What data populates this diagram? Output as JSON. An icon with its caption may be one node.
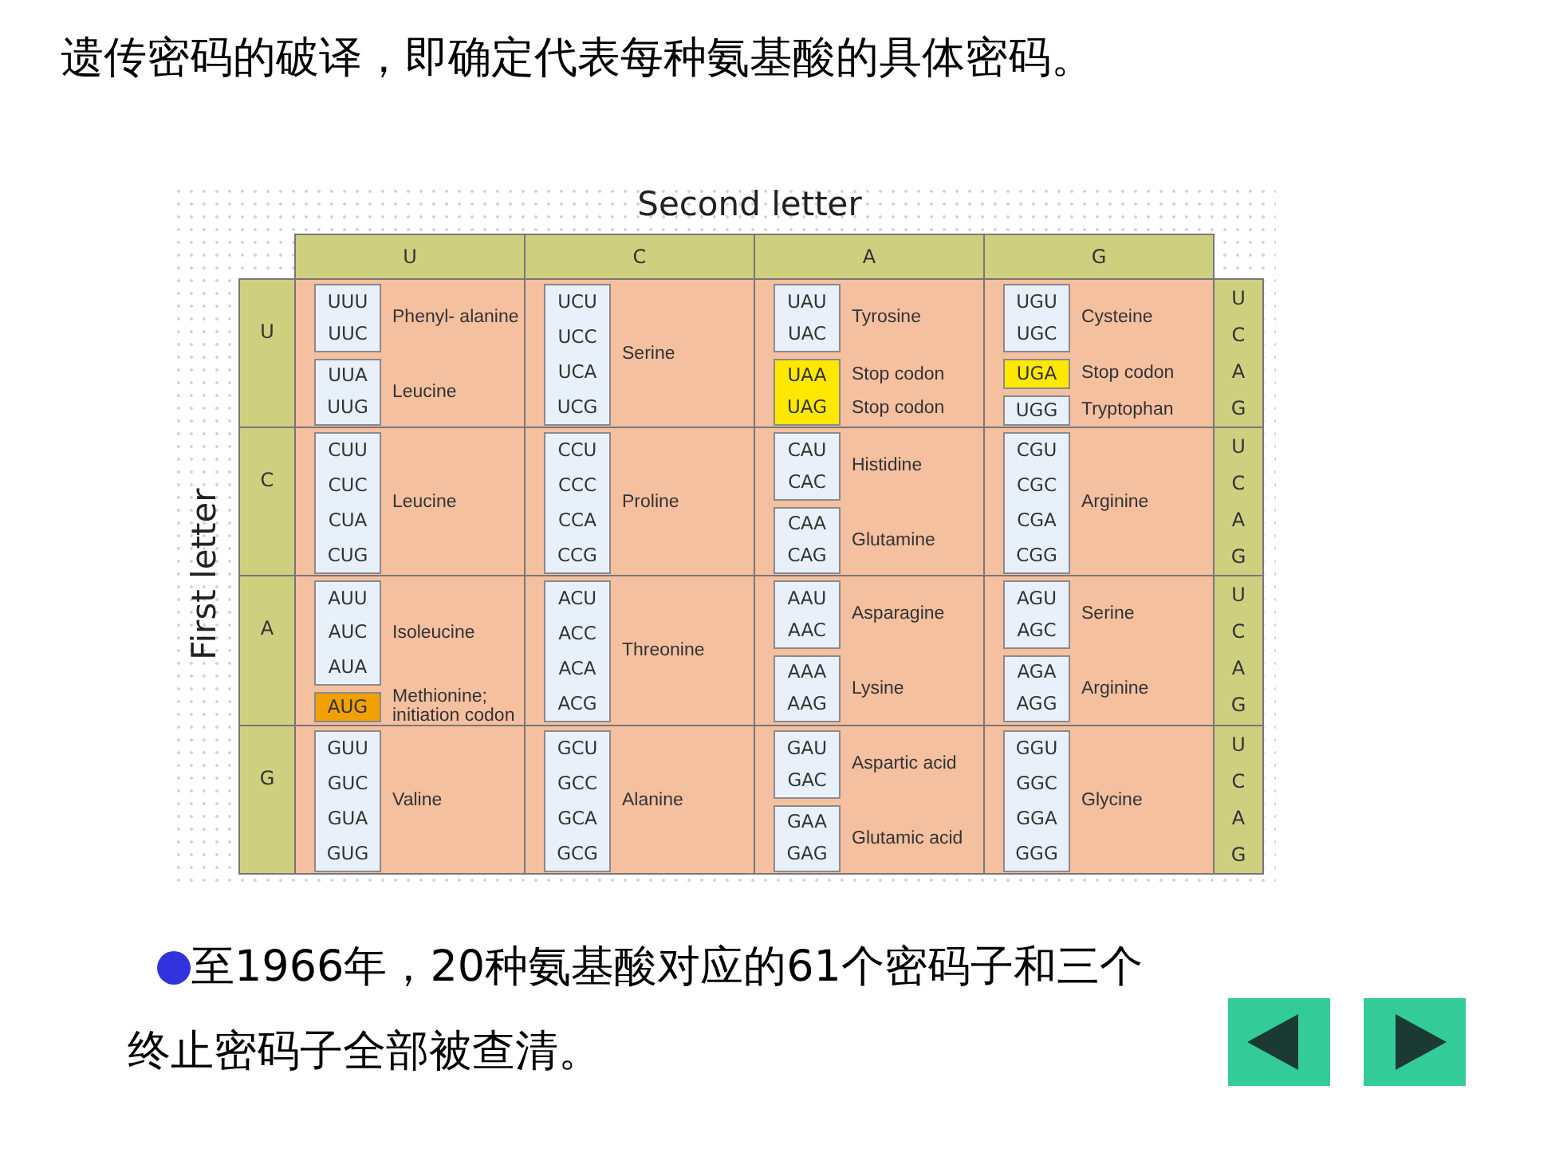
{
  "diagram": {
    "title": "遗传密码的破译，即确定代表每种氨基酸的具体密码。",
    "caption": "至1966年，20种氨基酸对应的61个密码子和三个终止密码子全部被查清。",
    "nodes": [
      {
        "text": [
          "UUU",
          "UUC"
        ],
        "beside": [
          "Phenyl- alanine"
        ]
      },
      {
        "text": [
          "UCU",
          "UCC",
          "UCA",
          "UCG"
        ],
        "beside": [
          "Serine"
        ]
      },
      {
        "text": [
          "UAU",
          "UAC"
        ],
        "beside": [
          "Tyrosine"
        ]
      },
      {
        "text": [
          "UGU",
          "UGC"
        ],
        "beside": [
          "Cysteine"
        ]
      },
      {
        "text": [
          "UUA",
          "UUG"
        ],
        "beside": [
          "Leucine"
        ]
      },
      {
        "text": [
          "UAA",
          "UAG"
        ],
        "beside": [
          "Stop codon",
          "Stop codon"
        ]
      },
      {
        "text": [
          "UGA"
        ],
        "beside": [
          "Stop codon"
        ]
      },
      {
        "text": [
          "UGG"
        ],
        "beside": [
          "Tryptophan"
        ]
      },
      {
        "text": [
          "CUU",
          "CUC",
          "CUA",
          "CUG"
        ],
        "beside": [
          "Leucine"
        ]
      },
      {
        "text": [
          "CCU",
          "CCC",
          "CCA",
          "CCG"
        ],
        "beside": [
          "Proline"
        ]
      },
      {
        "text": [
          "CAU",
          "CAC"
        ],
        "beside": [
          "Histidine"
        ]
      },
      {
        "text": [
          "CGU",
          "CGC",
          "CGA",
          "CGG"
        ],
        "beside": [
          "Arginine"
        ]
      },
      {
        "text": [
          "CAA",
          "CAG"
        ],
        "beside": [
          "Glutamine"
        ]
      },
      {
        "text": [
          "AUU",
          "AUC",
          "AUA"
        ],
        "beside": [
          "Isoleucine"
        ]
      },
      {
        "text": [
          "ACU",
          "ACC",
          "ACA",
          "ACG"
        ],
        "beside": [
          "Threonine"
        ]
      },
      {
        "text": [
          "AAU",
          "AAC"
        ],
        "beside": [
          "Asparagine"
        ]
      },
      {
        "text": [
          "AGU",
          "AGC"
        ],
        "beside": [
          "Serine"
        ]
      },
      {
        "text": [
          "AUG"
        ],
        "beside": [
          "Methionine; initiation codon"
        ]
      },
      {
        "text": [
          "AAA",
          "AAG"
        ],
        "beside": [
          "Lysine"
        ]
      },
      {
        "text": [
          "AGA",
          "AGG"
        ],
        "beside": [
          "Arginine"
        ]
      },
      {
        "text": [
          "GUU",
          "GUC",
          "GUA",
          "GUG"
        ],
        "beside": [
          "Valine"
        ]
      },
      {
        "text": [
          "GCU",
          "GCC",
          "GCA",
          "GCG"
        ],
        "beside": [
          "Alanine"
        ]
      },
      {
        "text": [
          "GAU",
          "GAC"
        ],
        "beside": [
          "Aspartic acid"
        ]
      },
      {
        "text": [
          "GGU",
          "GGC",
          "GGA",
          "GGG"
        ],
        "beside": [
          "Glycine"
        ]
      },
      {
        "text": [
          "GAA",
          "GAG"
        ],
        "beside": [
          "Glutamic acid"
        ]
      }
    ],
    "labels": [
      "Second letter",
      "U",
      "C",
      "A",
      "G",
      "First letter",
      "U",
      "C",
      "A",
      "G",
      "U",
      "C",
      "A",
      "G",
      "U",
      "C",
      "A",
      "G",
      "U",
      "C",
      "A",
      "G",
      "U",
      "C",
      "A",
      "G"
    ]
  }
}
